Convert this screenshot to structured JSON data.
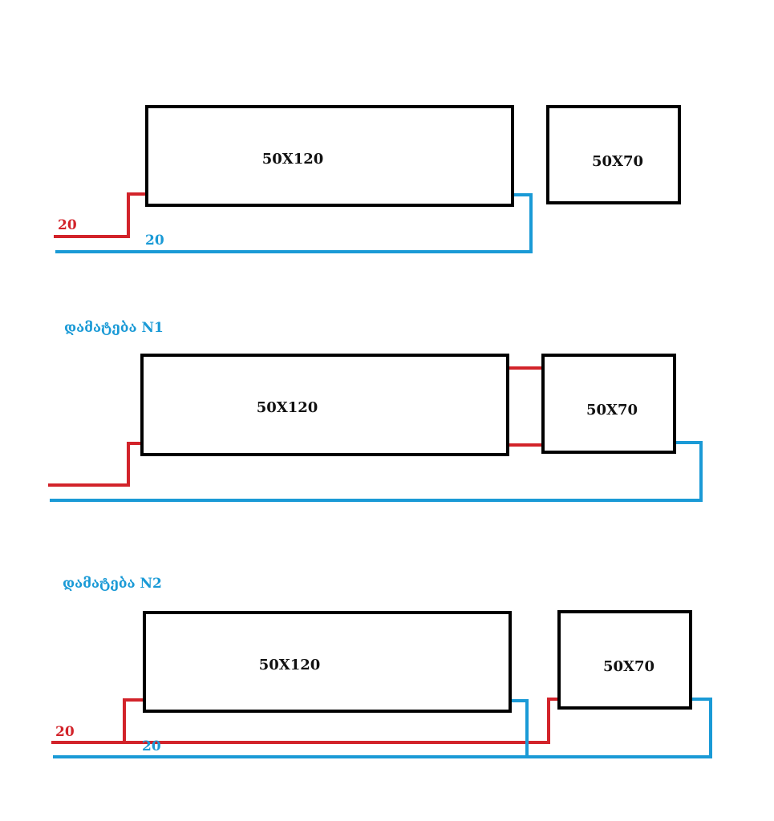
{
  "colors": {
    "supply": "#d2232a",
    "return": "#1a9ad6",
    "box_border": "#000000"
  },
  "diagrams": [
    {
      "title": "",
      "radiator_large": "50X120",
      "radiator_small": "50X70",
      "supply_label": "20",
      "return_label": "20"
    },
    {
      "title": "დამატება N1",
      "radiator_large": "50X120",
      "radiator_small": "50X70",
      "supply_label": "",
      "return_label": ""
    },
    {
      "title": "დამატება N2",
      "radiator_large": "50X120",
      "radiator_small": "50X70",
      "supply_label": "20",
      "return_label": "20"
    }
  ]
}
